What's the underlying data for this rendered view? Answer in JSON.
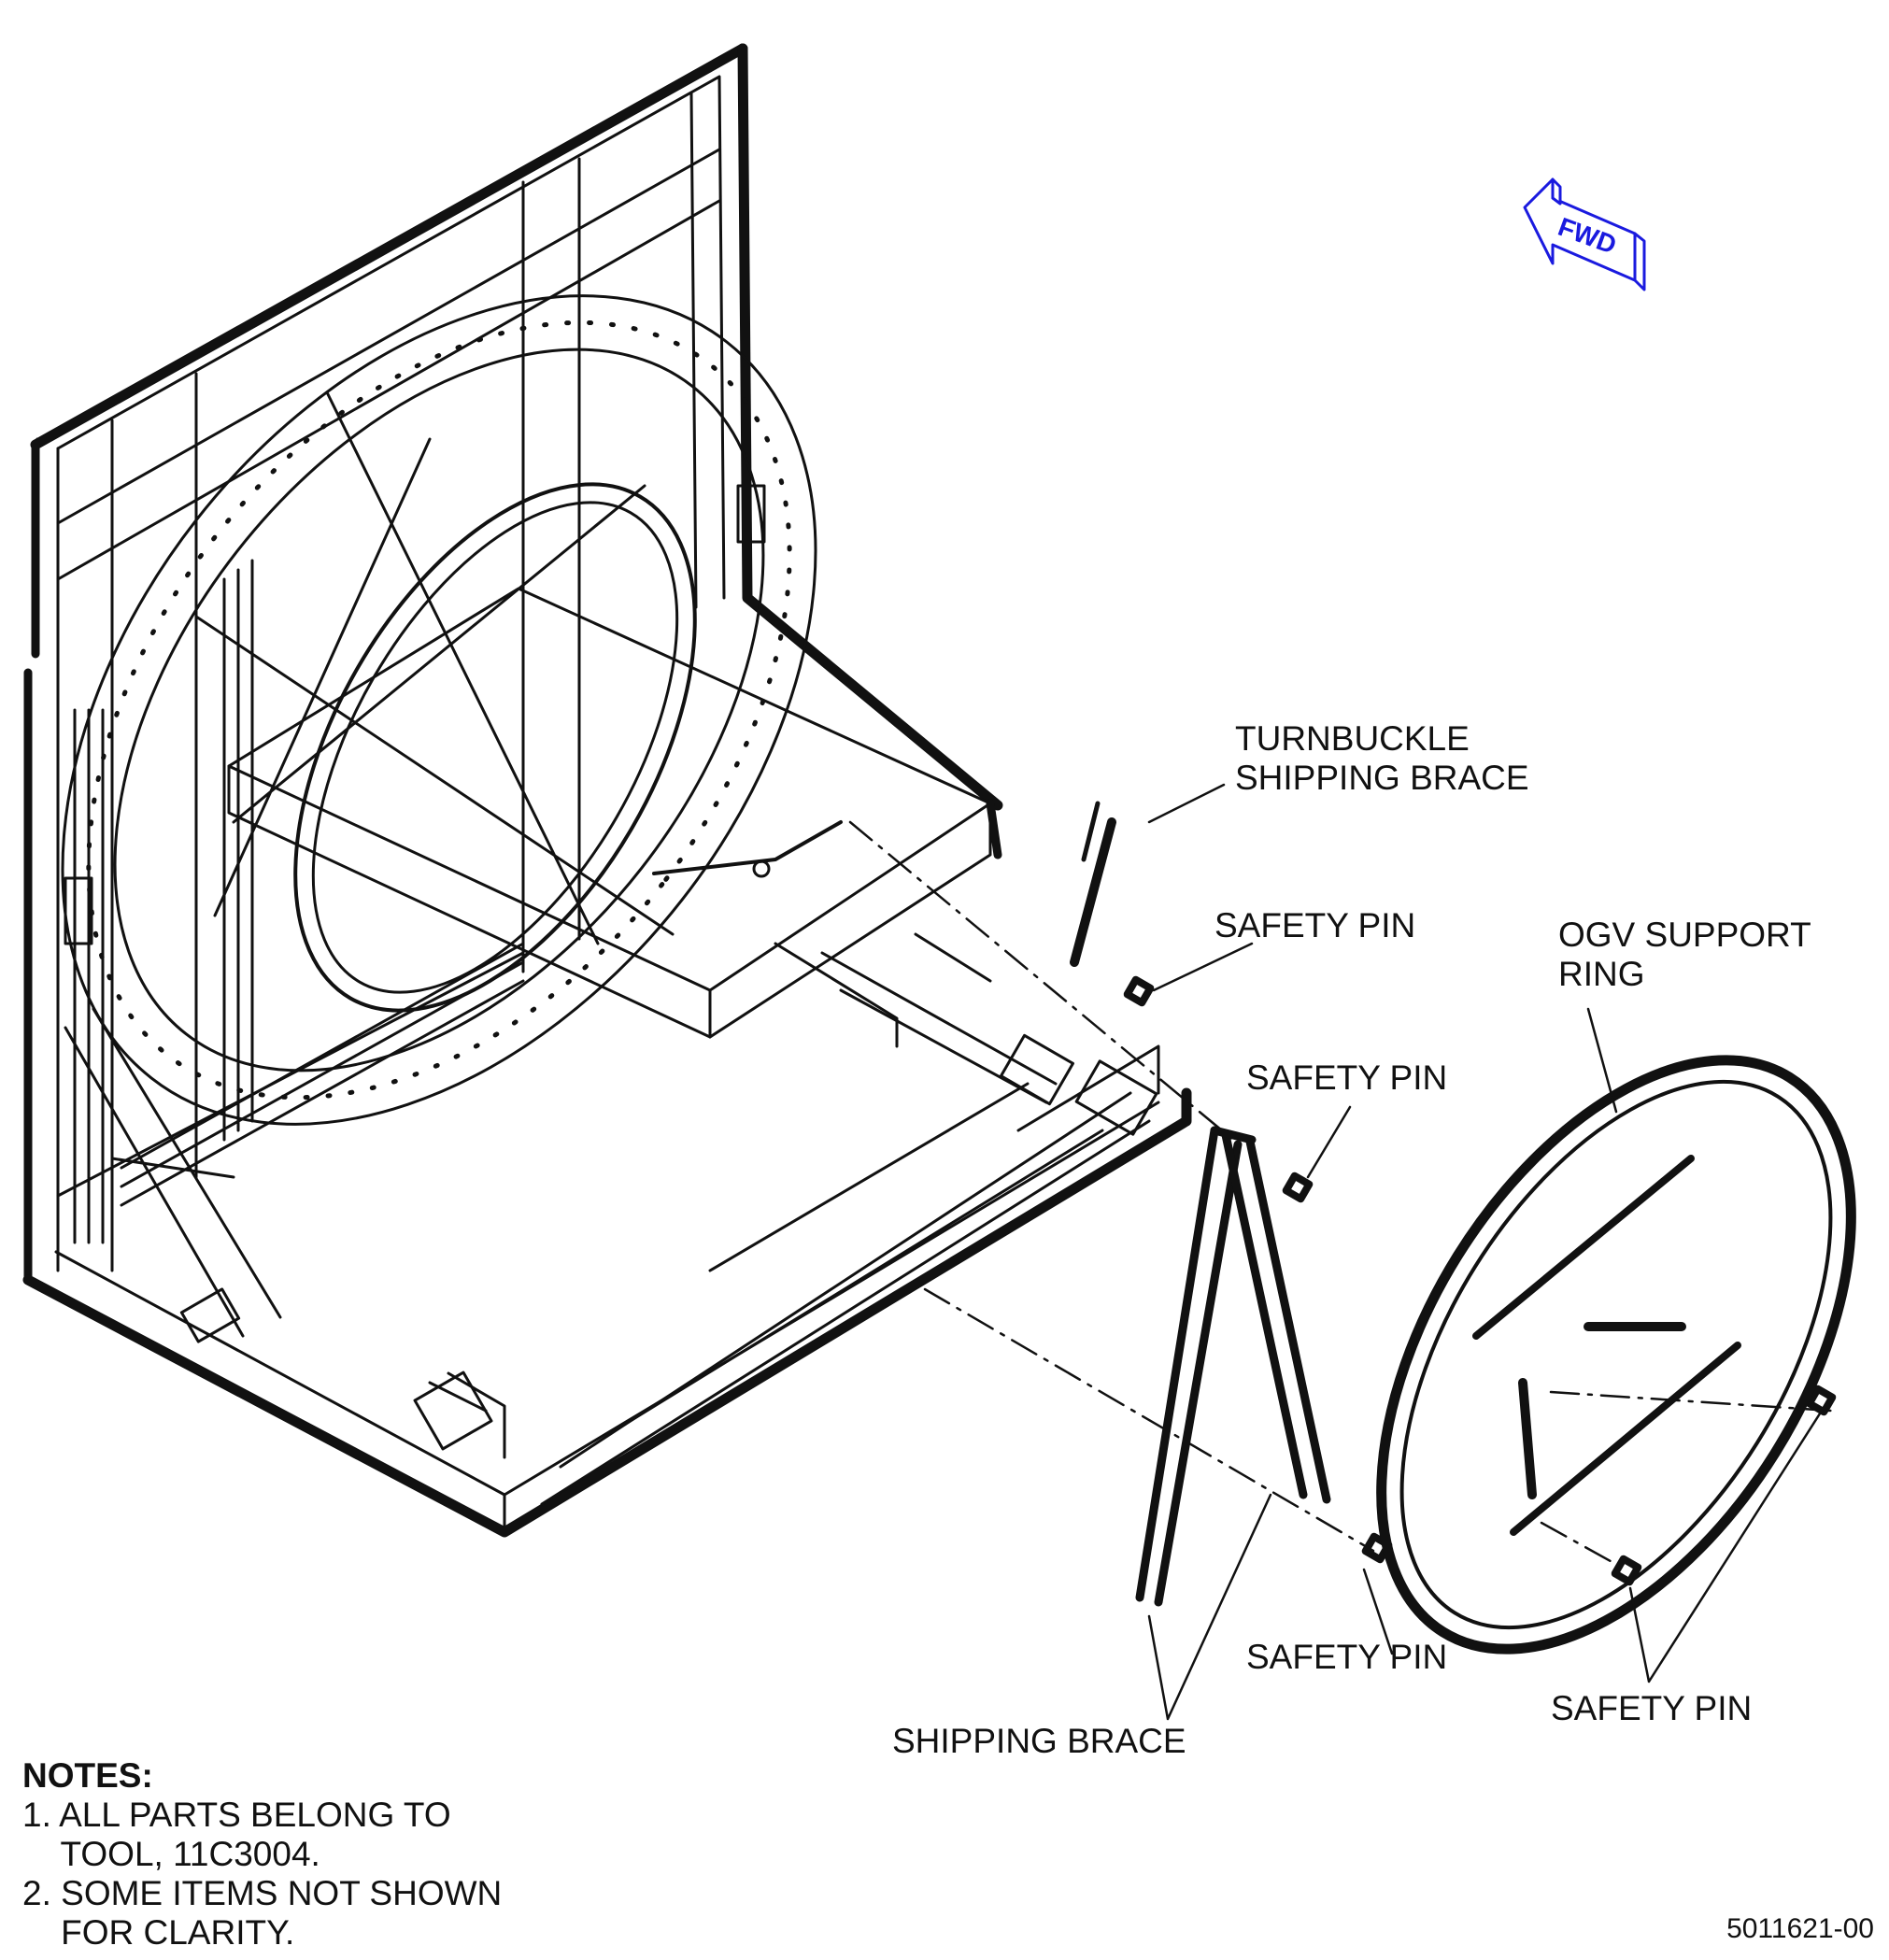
{
  "fwd_label": "FWD",
  "accent_color": "#1a1adf",
  "labels": {
    "turnbuckle_shipping_brace": "TURNBUCKLE\nSHIPPING BRACE",
    "safety_pin_1": "SAFETY PIN",
    "ogv_support_ring": "OGV SUPPORT\nRING",
    "safety_pin_2": "SAFETY PIN",
    "safety_pin_3": "SAFETY PIN",
    "shipping_brace": "SHIPPING BRACE",
    "safety_pin_4": "SAFETY PIN"
  },
  "notes": {
    "title": "NOTES:",
    "items": [
      "1. ALL PARTS BELONG TO\n    TOOL, 11C3004.",
      "2. SOME ITEMS NOT SHOWN\n    FOR CLARITY."
    ]
  },
  "drawing_number": "5011621-00"
}
